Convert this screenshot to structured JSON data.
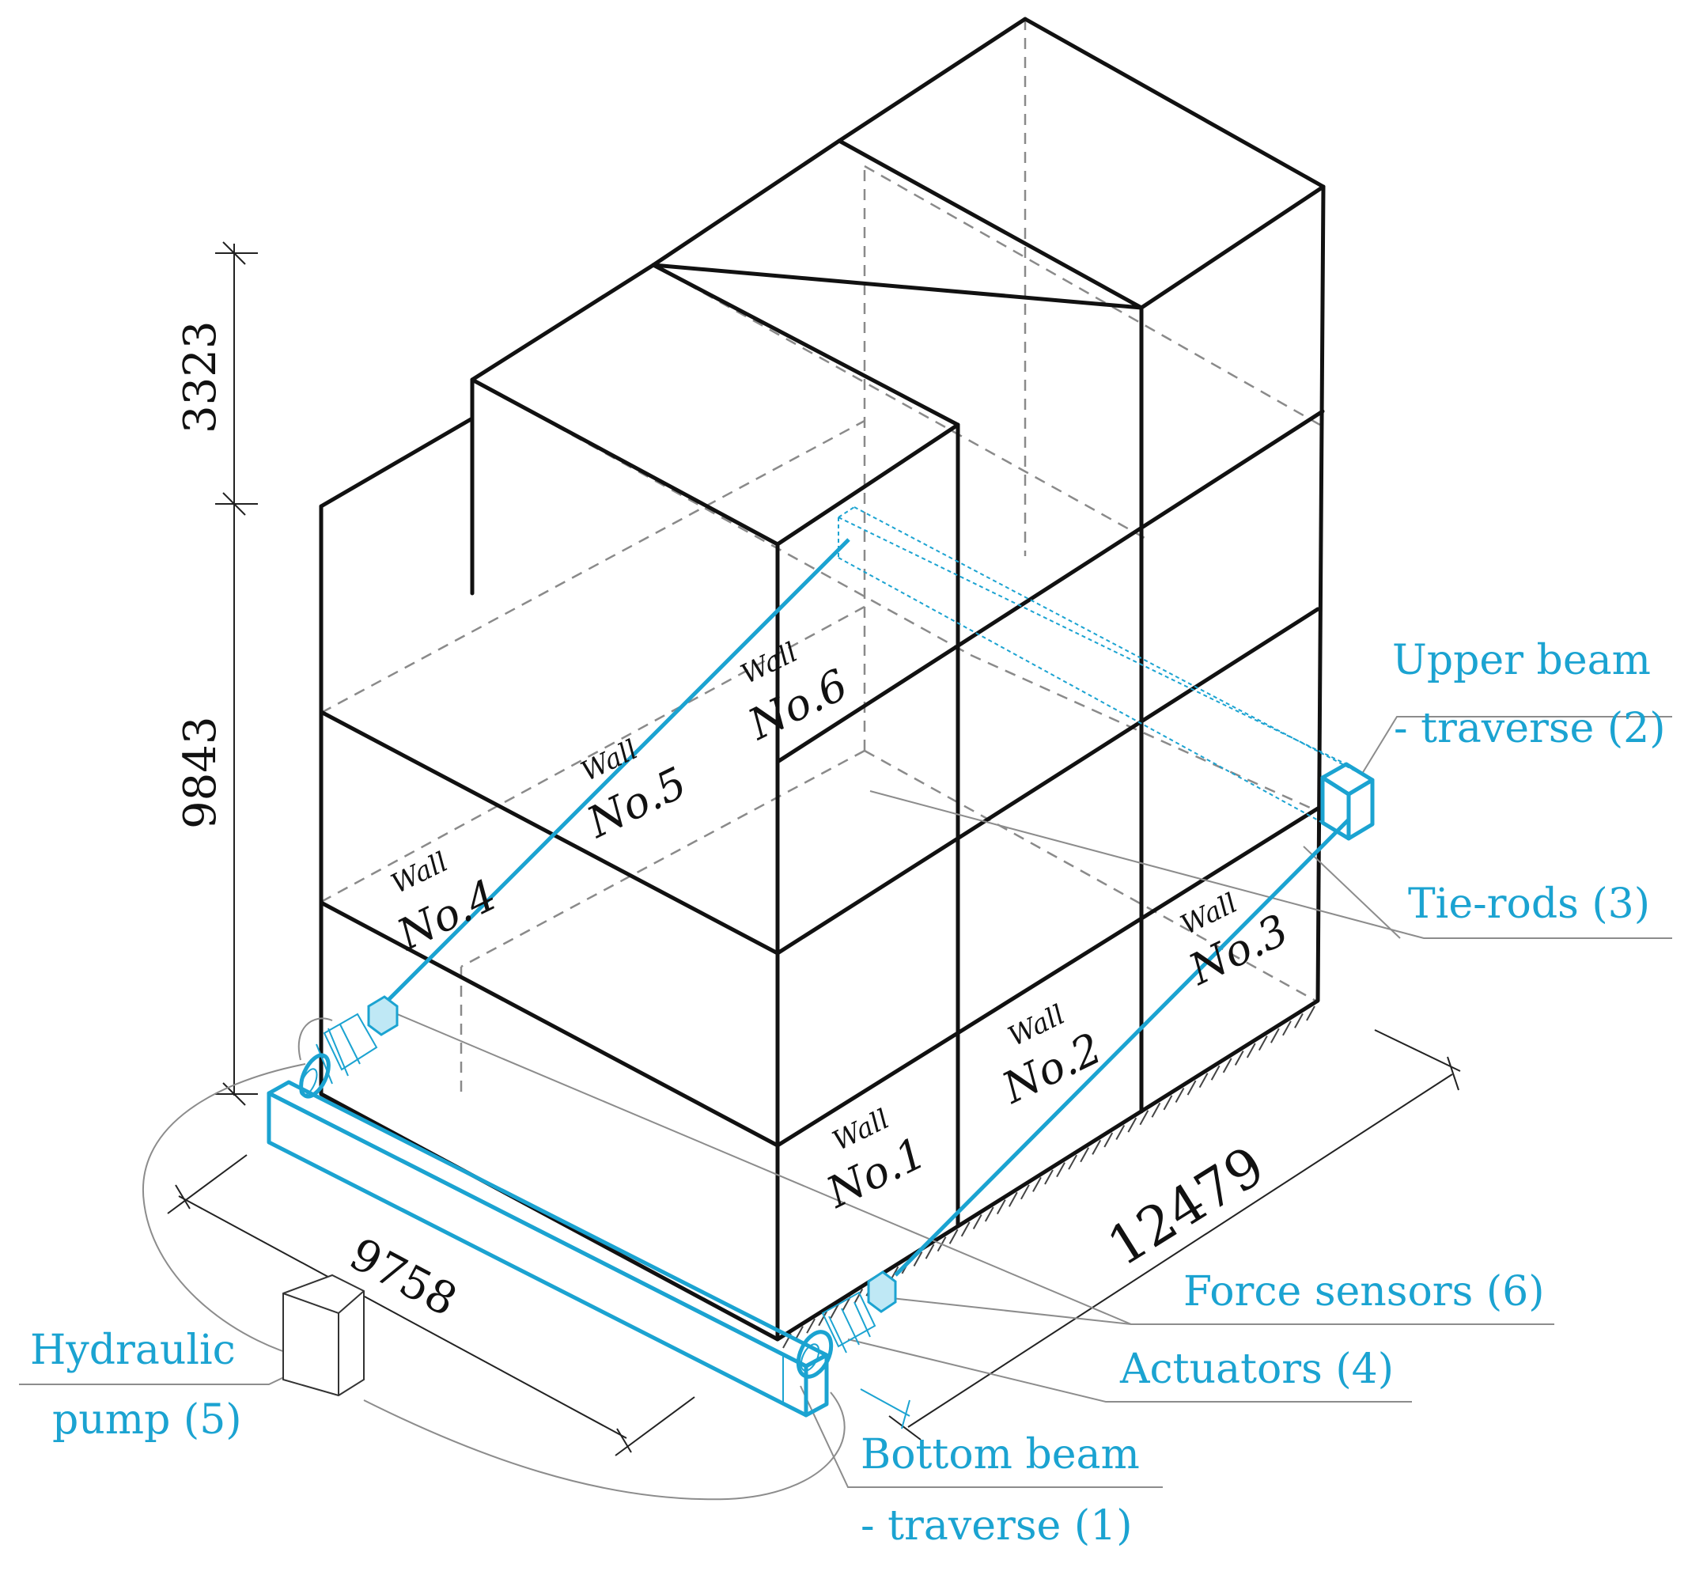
{
  "dimensions": {
    "height_top": "3323",
    "height_main": "9843",
    "width": "9758",
    "length": "12479"
  },
  "walls": [
    {
      "word": "Wall",
      "number": "No.1"
    },
    {
      "word": "Wall",
      "number": "No.2"
    },
    {
      "word": "Wall",
      "number": "No.3"
    },
    {
      "word": "Wall",
      "number": "No.4"
    },
    {
      "word": "Wall",
      "number": "No.5"
    },
    {
      "word": "Wall",
      "number": "No.6"
    }
  ],
  "callouts": {
    "upper_beam_line1": "Upper beam",
    "upper_beam_line2": "- traverse (2)",
    "tie_rods": "Tie-rods (3)",
    "force_sensors": "Force sensors (6)",
    "actuators": "Actuators (4)",
    "bottom_beam_line1": "Bottom beam",
    "bottom_beam_line2": "- traverse (1)",
    "pump_line1": "Hydraulic",
    "pump_line2": "pump (5)"
  },
  "colors": {
    "structure": "#111111",
    "equipment": "#1ba3d1"
  }
}
